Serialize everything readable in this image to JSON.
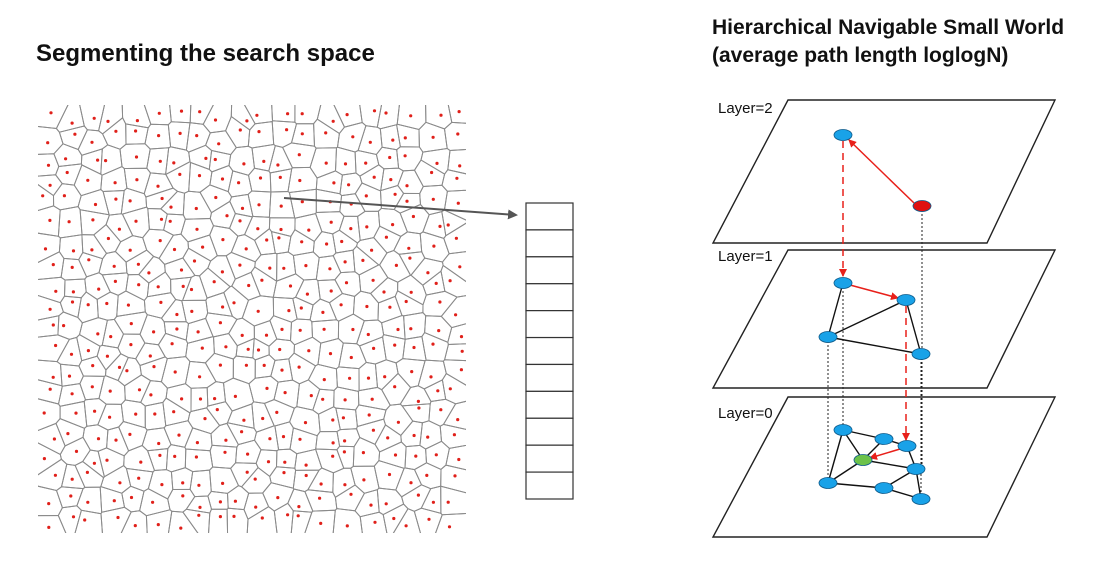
{
  "left_panel": {
    "title": "Segmenting the search space",
    "bucket_slots": 11
  },
  "right_panel": {
    "title_line1": "Hierarchical Navigable Small World",
    "title_line2": "(average path length loglogN)",
    "layers": [
      {
        "label": "Layer=2"
      },
      {
        "label": "Layer=1"
      },
      {
        "label": "Layer=0"
      }
    ]
  },
  "colors": {
    "voronoi_edge": "#8a8a8a",
    "seed_point": "#e0201a",
    "node": "#19a2e8",
    "entry_node": "#e01010",
    "target_node": "#6cc24a",
    "search_path": "#e8201a",
    "text": "#111111"
  }
}
